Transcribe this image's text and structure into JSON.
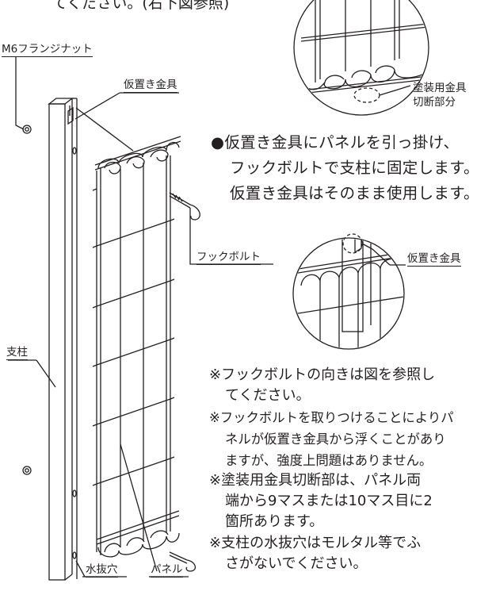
{
  "header_text": "てください。(右下図参照)",
  "labels": {
    "nut": "M6フランジナット",
    "temp_top": "仮置き金具",
    "hook_bolt": "フックボルト",
    "post": "支柱",
    "drain_hole": "水抜穴",
    "panel": "パネル",
    "cut_part_line1": "塗装用金具",
    "cut_part_line2": "切断部分",
    "temp_detail": "仮置き金具"
  },
  "instruction": {
    "bullet": "●",
    "line1": "仮置き金具にパネルを引っ掛け、",
    "line2": "フックボルトで支柱に固定します。",
    "line3": "仮置き金具はそのまま使用します。"
  },
  "notes": [
    {
      "mark": "※",
      "lines": [
        "フックボルトの向きは図を参照し",
        "てください。"
      ]
    },
    {
      "mark": "※",
      "lines": [
        "フックボルトを取りつけることによりパ",
        "ネルが仮置き金具から浮くことがあり",
        "ますが、強度上問題はありません。"
      ]
    },
    {
      "mark": "※",
      "lines": [
        "塗装用金具切断部は、パネル両",
        "端から9マスまたは10マス目に2",
        "箇所あります。"
      ]
    },
    {
      "mark": "※",
      "lines": [
        "支柱の水抜穴はモルタル等でふ",
        "さがないでください。"
      ]
    }
  ]
}
